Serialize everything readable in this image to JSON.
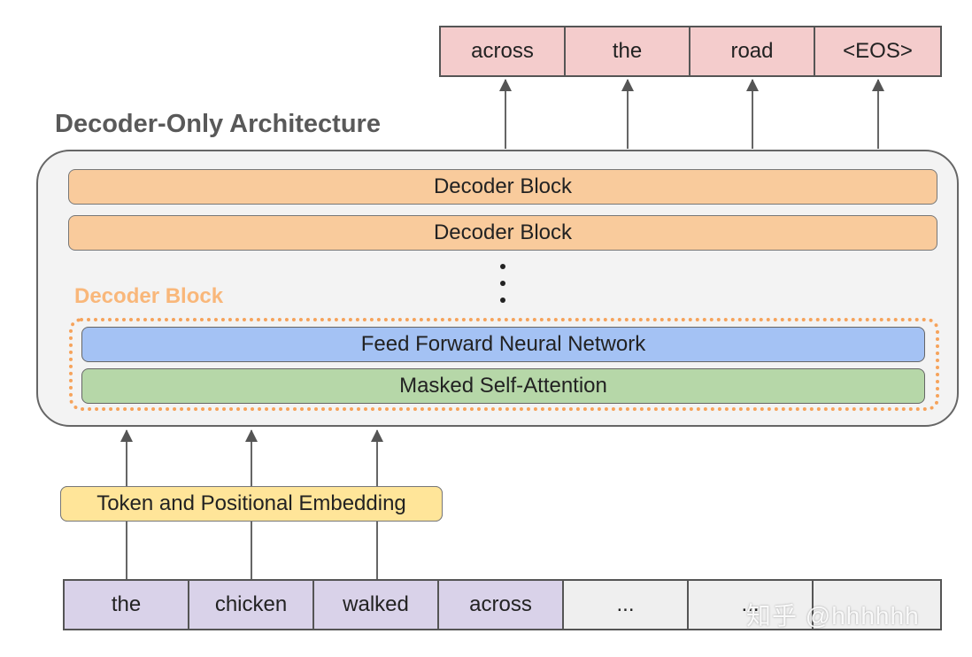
{
  "title": "Decoder-Only Architecture",
  "outputs": [
    "across",
    "the",
    "road",
    "<EOS>"
  ],
  "decoder_blocks": [
    "Decoder Block",
    "Decoder Block"
  ],
  "decoder_block_label": "Decoder Block",
  "ffn_label": "Feed Forward Neural Network",
  "msa_label": "Masked Self-Attention",
  "embedding_label": "Token and Positional Embedding",
  "inputs": [
    "the",
    "chicken",
    "walked",
    "across",
    "...",
    "...",
    ""
  ],
  "watermark": "知乎 @hhhhhh",
  "colors": {
    "output": "#f4cccc",
    "decoder": "#f9cb9c",
    "ffn": "#a4c2f4",
    "msa": "#b6d7a8",
    "embedding": "#ffe599",
    "input_token": "#d9d2e9",
    "input_pad": "#efefef",
    "dotted_frame": "#f6a35b"
  }
}
